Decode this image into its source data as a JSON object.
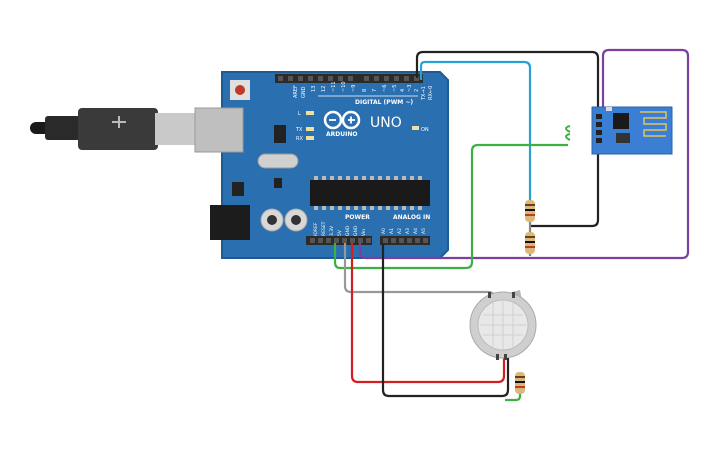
{
  "board": {
    "brand": "ARDUINO",
    "model": "UNO",
    "digital_label": "DIGITAL (PWM ~)",
    "power_label": "POWER",
    "analog_label": "ANALOG IN",
    "on_label": "ON",
    "l_label": "L",
    "tx_label": "TX",
    "rx_label": "RX",
    "aref_label": "AREF",
    "gnd_label": "GND",
    "digital_pins": [
      "13",
      "12",
      "~11",
      "~10",
      "~9",
      "8",
      "7",
      "~6",
      "~5",
      "4",
      "~3",
      "2",
      "TX→1",
      "RX←0"
    ],
    "power_pins": [
      "IOREF",
      "RESET",
      "3.3V",
      "5V",
      "GND",
      "GND",
      "Vin"
    ],
    "analog_pins": [
      "A0",
      "A1",
      "A2",
      "A3",
      "A4",
      "A5"
    ]
  },
  "colors": {
    "board": "#2a6fb0",
    "board_edge": "#1e5a94",
    "header": "#2b2b2b",
    "wire_black": "#222222",
    "wire_blue": "#2aa0d0",
    "wire_purple": "#7b3fa0",
    "wire_green": "#3cb043",
    "wire_red": "#d22020",
    "wire_gray": "#999999",
    "esp_board": "#3b7fd4",
    "sensor_body": "#cfcfcf"
  }
}
